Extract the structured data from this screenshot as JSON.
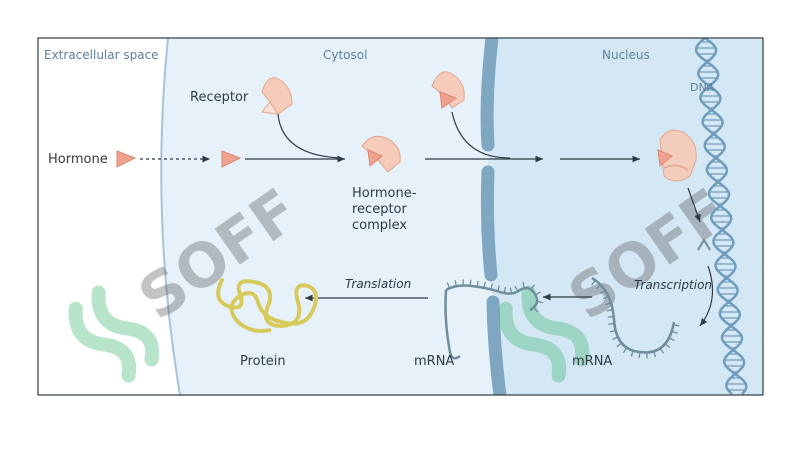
{
  "regions": {
    "extracellular": "Extracellular space",
    "cytosol": "Cytosol",
    "nucleus": "Nucleus"
  },
  "labels": {
    "receptor": "Receptor",
    "hormone": "Hormone",
    "complex_line1": "Hormone-",
    "complex_line2": "receptor",
    "complex_line3": "complex",
    "dna": "DNA",
    "transcription": "Transcription",
    "translation": "Translation",
    "mrna_cytosol": "mRNA",
    "mrna_nucleus": "mRNA",
    "protein": "Protein"
  },
  "watermark": "SOFF",
  "colors": {
    "frame": "#2f3b44",
    "cytosol_fill": "#e6f1f9",
    "nucleus_fill": "#d4e7f5",
    "membrane": "#a6c3d7",
    "nuclear_envelope": "#7fa7c2",
    "hormone": "#f0a28f",
    "receptor": "#f6cbb9",
    "dna": "#6f9dbb",
    "mrna": "#6f8e9d",
    "protein": "#d7c95a",
    "arrow": "#2f3b44",
    "text": "#2f3b44",
    "region_text": "#5f8099",
    "watermark_green": "#35b46a",
    "watermark_gray": "#555555"
  }
}
